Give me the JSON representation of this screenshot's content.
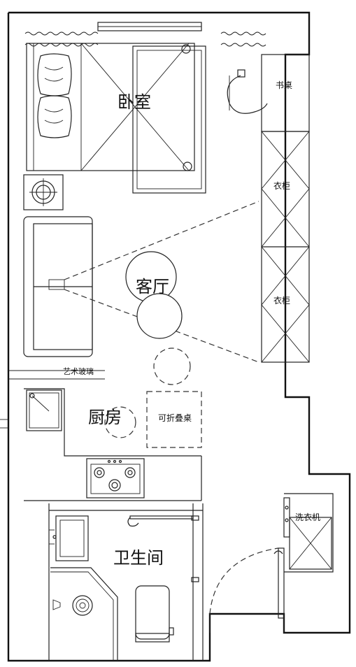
{
  "rooms": {
    "bedroom": "卧室",
    "living_room": "客厅",
    "kitchen": "厨房",
    "bathroom": "卫生间"
  },
  "furniture": {
    "desk": "书桌",
    "wardrobe_1": "衣柜",
    "wardrobe_2": "衣柜",
    "art_glass": "艺术玻璃",
    "folding_table": "可折叠桌",
    "washing_machine": "洗衣机"
  }
}
